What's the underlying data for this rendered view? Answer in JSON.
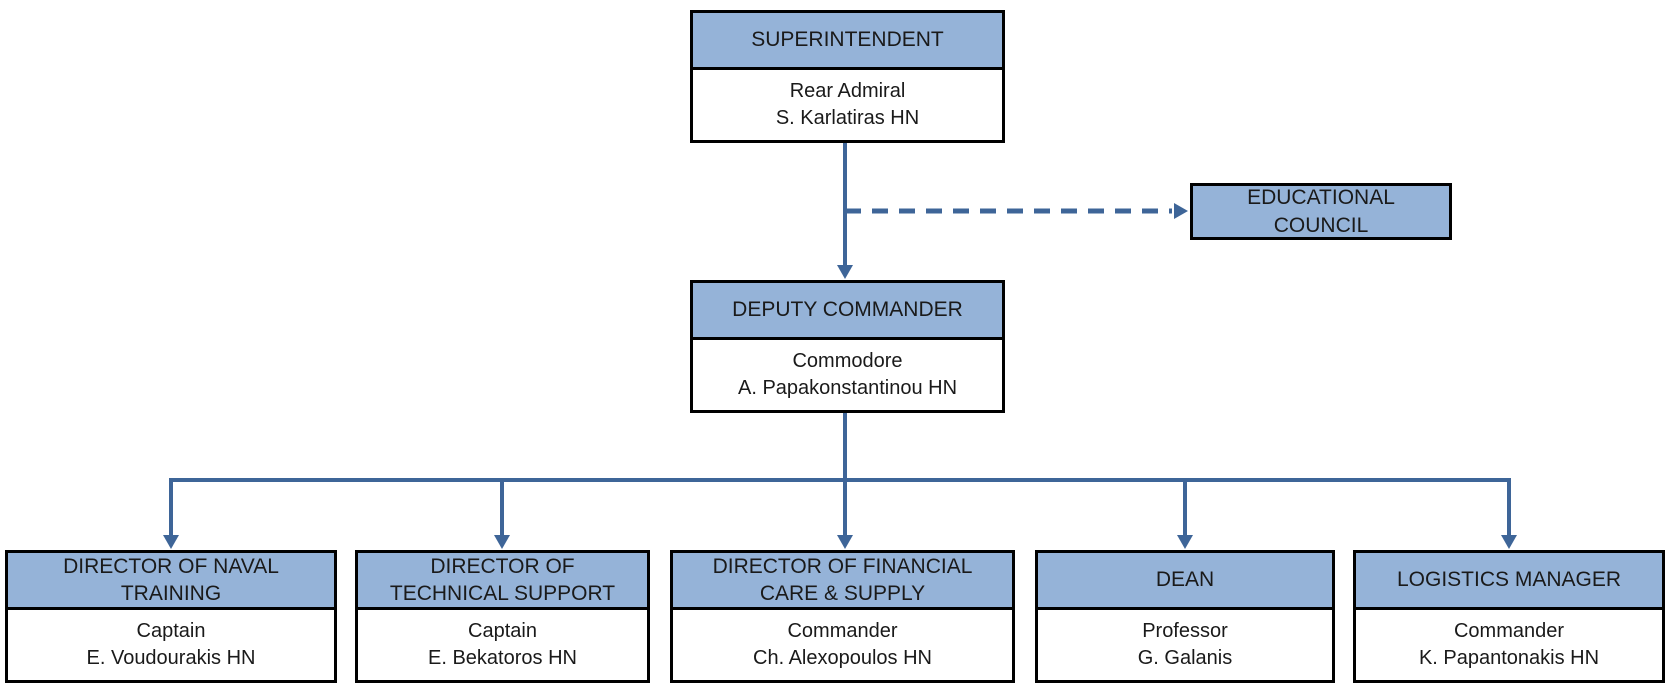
{
  "diagram_type": "org-chart",
  "colors": {
    "node_fill": "#95b3d8",
    "node_border": "#000000",
    "connector": "#3e6598",
    "body_fill": "#ffffff",
    "text": "#1a1a1a"
  },
  "nodes": {
    "superintendent": {
      "title": "SUPERINTENDENT",
      "person": "Rear Admiral\nS. Karlatiras HN"
    },
    "educational_council": {
      "title": "EDUCATIONAL\nCOUNCIL"
    },
    "deputy_commander": {
      "title": "DEPUTY COMMANDER",
      "person": "Commodore\nA. Papakonstantinou HN"
    },
    "director_naval_training": {
      "title": "DIRECTOR OF NAVAL\nTRAINING",
      "person": "Captain\nE. Voudourakis HN"
    },
    "director_technical_support": {
      "title": "DIRECTOR OF\nTECHNICAL SUPPORT",
      "person": "Captain\nE. Bekatoros HN"
    },
    "director_financial_care_supply": {
      "title": "DIRECTOR OF FINANCIAL\nCARE & SUPPLY",
      "person": "Commander\nCh. Alexopoulos HN"
    },
    "dean": {
      "title": "DEAN",
      "person": "Professor\nG. Galanis"
    },
    "logistics_manager": {
      "title": "LOGISTICS MANAGER",
      "person": "Commander\nK. Papantonakis HN"
    }
  },
  "edges": [
    {
      "from": "superintendent",
      "to": "deputy_commander",
      "style": "solid-arrow"
    },
    {
      "from": "superintendent",
      "to": "educational_council",
      "style": "dashed-arrow"
    },
    {
      "from": "deputy_commander",
      "to": "director_naval_training",
      "style": "solid-arrow"
    },
    {
      "from": "deputy_commander",
      "to": "director_technical_support",
      "style": "solid-arrow"
    },
    {
      "from": "deputy_commander",
      "to": "director_financial_care_supply",
      "style": "solid-arrow"
    },
    {
      "from": "deputy_commander",
      "to": "dean",
      "style": "solid-arrow"
    },
    {
      "from": "deputy_commander",
      "to": "logistics_manager",
      "style": "solid-arrow"
    }
  ]
}
